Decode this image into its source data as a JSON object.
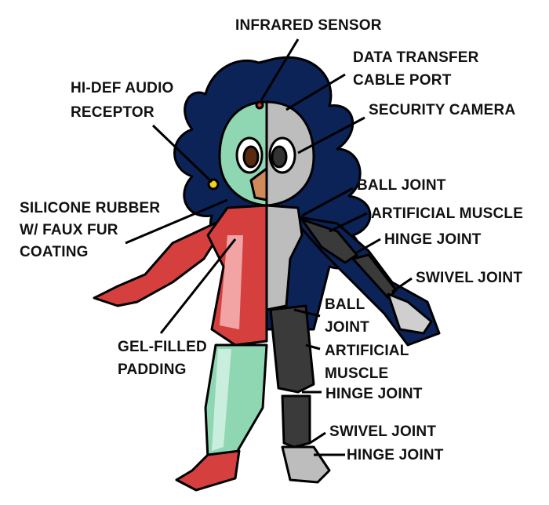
{
  "title": "Robot anatomy diagram",
  "colors": {
    "hair": "#0c2358",
    "skin": "#8fd6b2",
    "skin_light": "#c9eedd",
    "metal": "#bdbdbd",
    "metal_dark": "#6e6e6e",
    "dress": "#d5403e",
    "dress_light": "#f2a3a3",
    "muscle": "#3a3a3a",
    "line": "#000000"
  },
  "labels": {
    "infrared_sensor": "INFRARED SENSOR",
    "data_transfer_1": "DATA TRANSFER",
    "data_transfer_2": "CABLE PORT",
    "audio_1": "HI-DEF AUDIO",
    "audio_2": "RECEPTOR",
    "security_camera": "SECURITY CAMERA",
    "ball_joint_arm": "BALL JOINT",
    "silicone_1": "SILICONE RUBBER",
    "silicone_2": "W/ FAUX FUR",
    "silicone_3": "COATING",
    "muscle_arm": "ARTIFICIAL MUSCLE",
    "hinge_arm": "HINGE JOINT",
    "swivel_arm": "SWIVEL JOINT",
    "ball_leg_1": "BALL",
    "ball_leg_2": "JOINT",
    "gel_1": "GEL-FILLED",
    "gel_2": "PADDING",
    "muscle_leg_1": "ARTIFICIAL",
    "muscle_leg_2": "MUSCLE",
    "hinge_knee": "HINGE JOINT",
    "swivel_ankle": "SWIVEL JOINT",
    "hinge_foot": "HINGE JOINT"
  }
}
